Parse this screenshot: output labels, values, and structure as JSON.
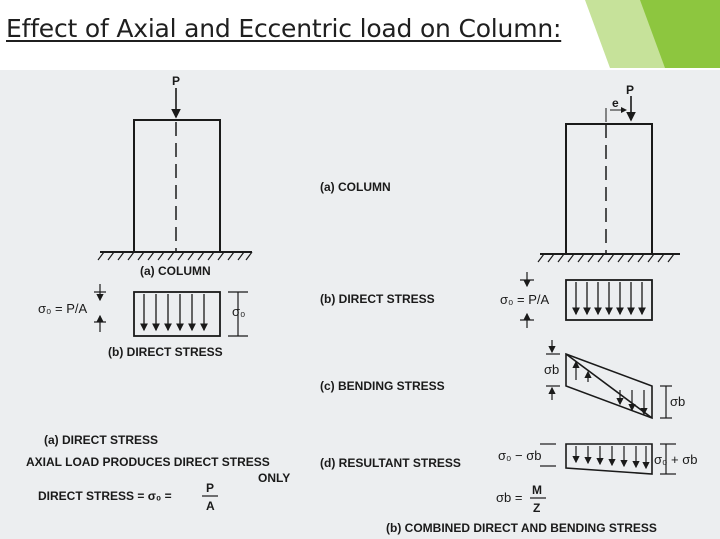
{
  "slide_title": "Effect of Axial and Eccentric load on Column:",
  "colors": {
    "accent_green": "#8dc63f",
    "light_green": "#c6e29a",
    "scan_bg": "#eceef0",
    "ink": "#1a1a1a"
  },
  "left": {
    "load": "P",
    "column_caption": "(a)  COLUMN",
    "stress_left_label": "σ₀ = P/A",
    "stress_right_label": "σ₀",
    "stress_caption": "(b)  DIRECT  STRESS",
    "note_title": "(a)  DIRECT  STRESS",
    "note_line1": "AXIAL  LOAD  PRODUCES  DIRECT  STRESS",
    "note_line2": "ONLY",
    "formula_text": "DIRECT  STRESS  = σ₀ =",
    "formula_num": "P",
    "formula_den": "A"
  },
  "middle": {
    "a": "(a)  COLUMN",
    "b": "(b)  DIRECT  STRESS",
    "c": "(c)  BENDING  STRESS",
    "d": "(d)  RESULTANT  STRESS"
  },
  "right": {
    "load": "P",
    "eccentricity": "e",
    "direct_label": "σ₀ = P/A",
    "bending_label": "σb",
    "bending_right_label": "σb",
    "resultant_left": "σ₀ − σb",
    "resultant_right": "σ₀ + σb",
    "moment_label": "σb =",
    "moment_num": "M",
    "moment_den": "Z",
    "caption": "(b)  COMBINED  DIRECT  AND  BENDING  STRESS"
  }
}
